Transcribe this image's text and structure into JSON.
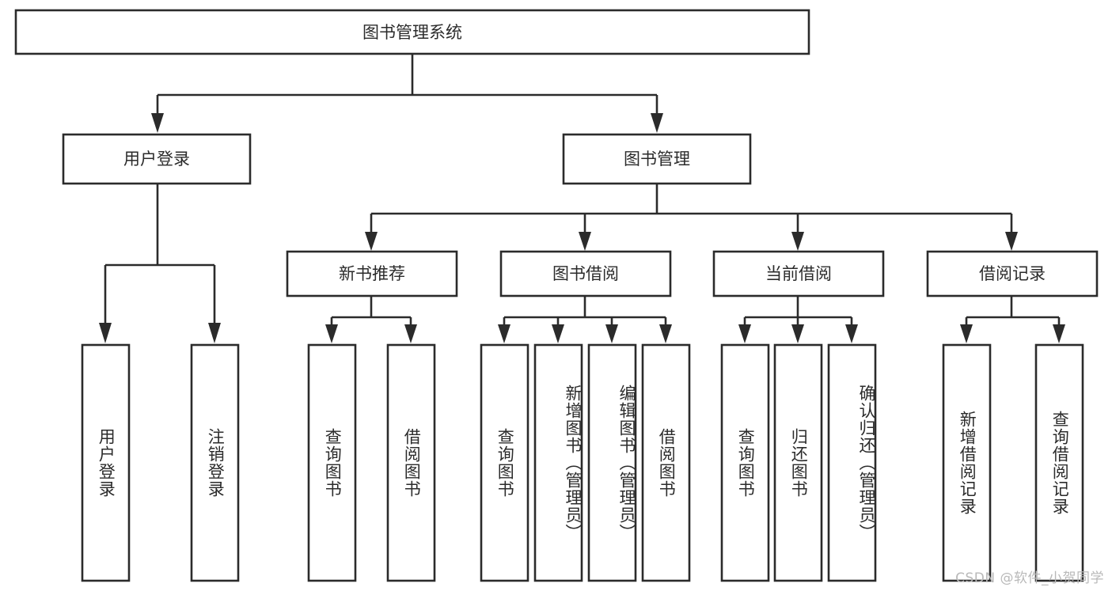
{
  "diagram": {
    "type": "tree-flowchart",
    "title": "图书管理系统",
    "watermark": "CSDN @软件_小贺同学",
    "colors": {
      "stroke": "#2b2b2b",
      "fill": "#ffffff",
      "text": "#2b2b2b",
      "watermark": "#b9b9b9",
      "background": "#ffffff"
    },
    "root": {
      "label": "图书管理系统"
    },
    "level2": [
      {
        "label": "用户登录"
      },
      {
        "label": "图书管理"
      }
    ],
    "level3": [
      {
        "label": "新书推荐"
      },
      {
        "label": "图书借阅"
      },
      {
        "label": "当前借阅"
      },
      {
        "label": "借阅记录"
      }
    ],
    "leaves": {
      "user_login": [
        {
          "label": "用户登录"
        },
        {
          "label": "注销登录"
        }
      ],
      "new_book_recommend": [
        {
          "label": "查询图书"
        },
        {
          "label": "借阅图书"
        }
      ],
      "book_borrow": [
        {
          "label": "查询图书"
        },
        {
          "label": "新增图书（管理员）"
        },
        {
          "label": "编辑图书（管理员）"
        },
        {
          "label": "借阅图书"
        }
      ],
      "current_borrow": [
        {
          "label": "查询图书"
        },
        {
          "label": "归还图书"
        },
        {
          "label": "确认归还（管理员）"
        }
      ],
      "borrow_record": [
        {
          "label": "新增借阅记录"
        },
        {
          "label": "查询借阅记录"
        }
      ]
    }
  }
}
